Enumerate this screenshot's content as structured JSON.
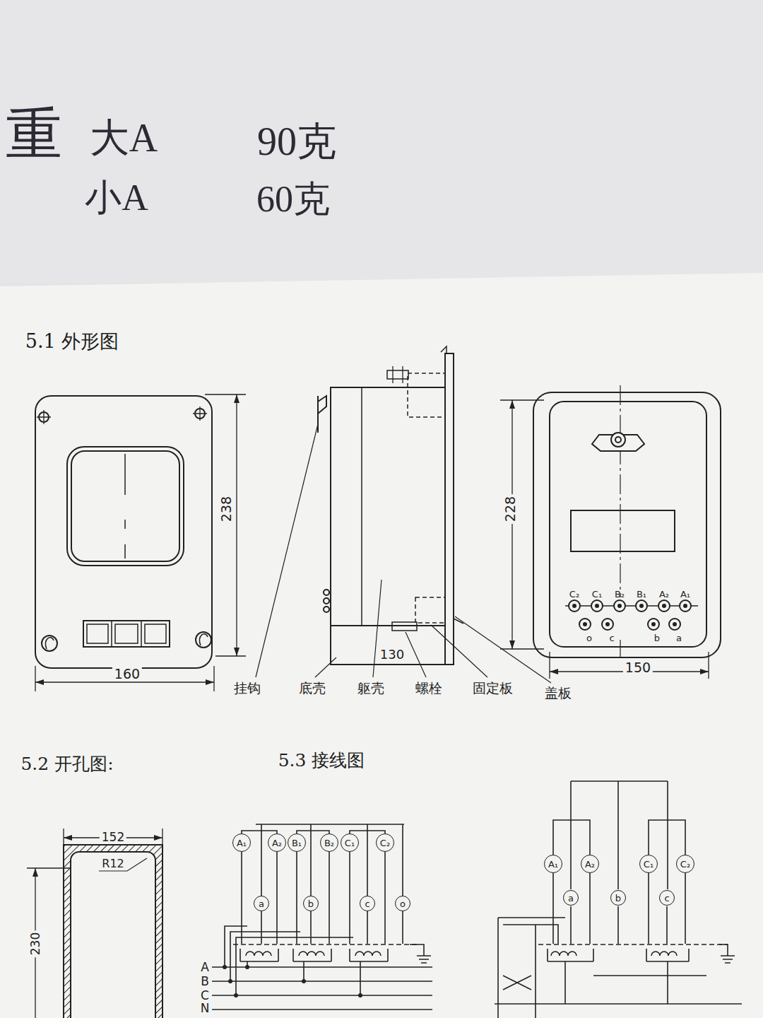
{
  "diagram": {
    "nodes": [
      {
        "text": [
          "A₁"
        ]
      },
      {
        "text": [
          "a"
        ]
      },
      {
        "text": [
          "A₂"
        ]
      },
      {
        "text": [
          "B₁"
        ]
      },
      {
        "text": [
          "b"
        ]
      },
      {
        "text": [
          "B₂"
        ]
      },
      {
        "text": [
          "C₁"
        ]
      },
      {
        "text": [
          "c"
        ]
      },
      {
        "text": [
          "C₂"
        ]
      },
      {
        "text": [
          "o"
        ]
      },
      {
        "text": [
          "A₁"
        ]
      },
      {
        "text": [
          "A₂"
        ]
      },
      {
        "text": [
          "a"
        ]
      },
      {
        "text": [
          "b"
        ]
      },
      {
        "text": [
          "C₁"
        ]
      },
      {
        "text": [
          "C₂"
        ]
      },
      {
        "text": [
          "c"
        ]
      }
    ],
    "labels": [
      "重",
      "大A",
      "90克",
      "小A",
      "60克",
      "5.1 外形图",
      "238",
      "160",
      "C₂",
      "C₁",
      "B₂",
      "B₁",
      "A₂",
      "A₁",
      "o",
      "c",
      "b",
      "a",
      "228",
      "150",
      "130",
      "挂钩",
      "底壳",
      "躯壳",
      "螺栓",
      "固定板",
      "盖板",
      "5.2 开孔图:",
      "5.3 接线图",
      "152",
      "R12",
      "230",
      "A",
      "B",
      "C",
      "N"
    ]
  }
}
